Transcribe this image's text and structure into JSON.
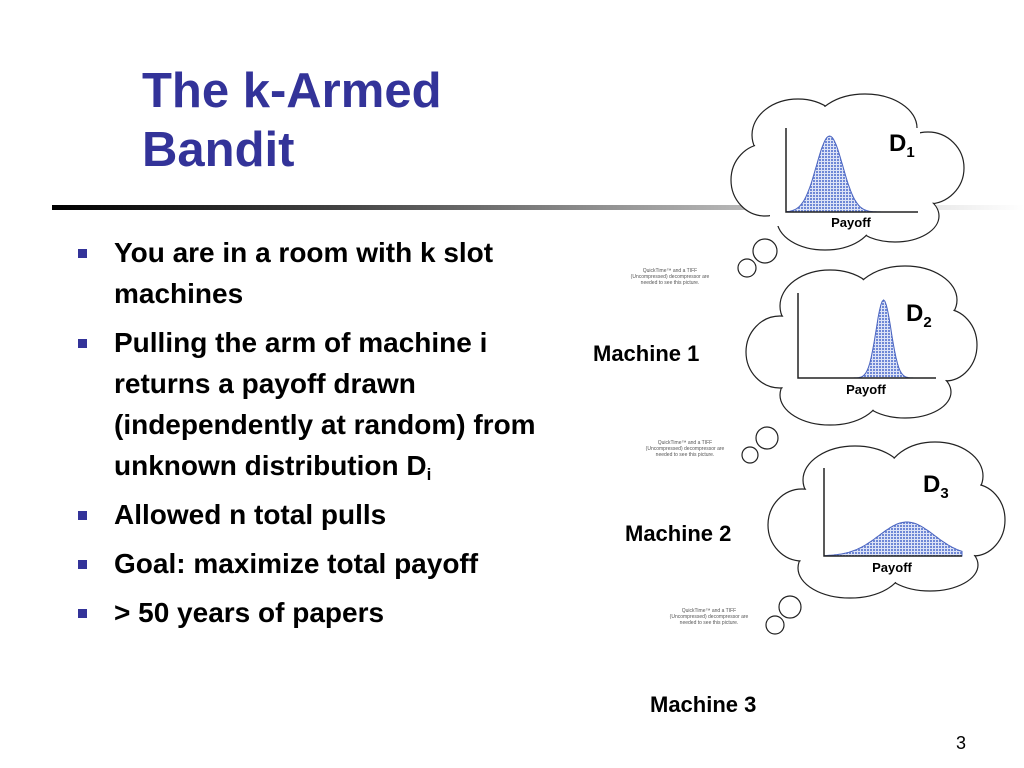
{
  "slide": {
    "title_line1": "The k-Armed",
    "title_line2": "Bandit",
    "page_number": "3",
    "accent_color": "#333399"
  },
  "bullets": [
    {
      "text": "You are in a room with k slot machines"
    },
    {
      "text": "Pulling the arm of machine i returns a payoff drawn (independently at random) from unknown distribution D",
      "subscript": "i"
    },
    {
      "text": "Allowed n total pulls"
    },
    {
      "text": "Goal: maximize total payoff"
    },
    {
      "text": "> 50 years of papers"
    }
  ],
  "machines": [
    {
      "label": "Machine 1"
    },
    {
      "label": "Machine 2"
    },
    {
      "label": "Machine 3"
    }
  ],
  "placeholder_text": "QuickTime™ and a TIFF (Uncompressed) decompressor are needed to see this picture.",
  "distributions": [
    {
      "name": "D",
      "subscript": "1",
      "axis_label": "Payoff",
      "shape": "medium-width bell",
      "peak_position": 0.33,
      "spread": 0.1
    },
    {
      "name": "D",
      "subscript": "2",
      "axis_label": "Payoff",
      "shape": "narrow bell",
      "peak_position": 0.62,
      "spread": 0.055
    },
    {
      "name": "D",
      "subscript": "3",
      "axis_label": "Payoff",
      "shape": "wide bell",
      "peak_position": 0.6,
      "spread": 0.2
    }
  ]
}
